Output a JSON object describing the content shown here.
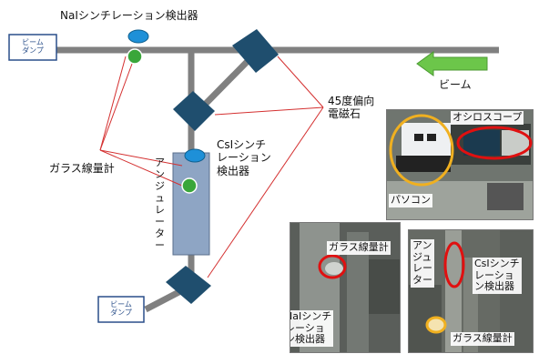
{
  "labels": {
    "nai_detector": "NaIシンチレーション検出器",
    "beam": "ビーム",
    "bend_magnet_line1": "45度偏向",
    "bend_magnet_line2": "電磁石",
    "csi_line1": "CsIシンチ",
    "csi_line2": "レーション",
    "csi_line3": "検出器",
    "glass_dosimeter": "ガラス線量計",
    "attenuator_vertical": "アンジュレーター"
  },
  "dumps": {
    "top_line1": "ビーム",
    "top_line2": "ダンプ",
    "bottom_line1": "ビーム",
    "bottom_line2": "ダンプ"
  },
  "photos": {
    "pc_scope": {
      "oscilloscope": "オシロスコープ",
      "pc": "パソコン"
    },
    "nai_photo": {
      "glass": "ガラス線量計",
      "nai_line1": "NaIシンチ",
      "nai_line2": "レーショ",
      "nai_line3": "ン検出器"
    },
    "csi_photo": {
      "att_line1": "アン",
      "att_line2": "ジュ",
      "att_line3": "レー",
      "att_line4": "ター",
      "csi_line1": "CsIシンチ",
      "csi_line2": "レーショ",
      "csi_line3": "ン検出器",
      "glass": "ガラス線量計"
    }
  },
  "colors": {
    "beamline": "#808080",
    "magnet": "#1f4e6e",
    "blue_marker": "#1e90d8",
    "green_marker": "#3aa63a",
    "red_lines": "#d43030",
    "arrow": "#6cc64a",
    "highlight_red": "#e01010",
    "highlight_orange": "#f0b020"
  }
}
